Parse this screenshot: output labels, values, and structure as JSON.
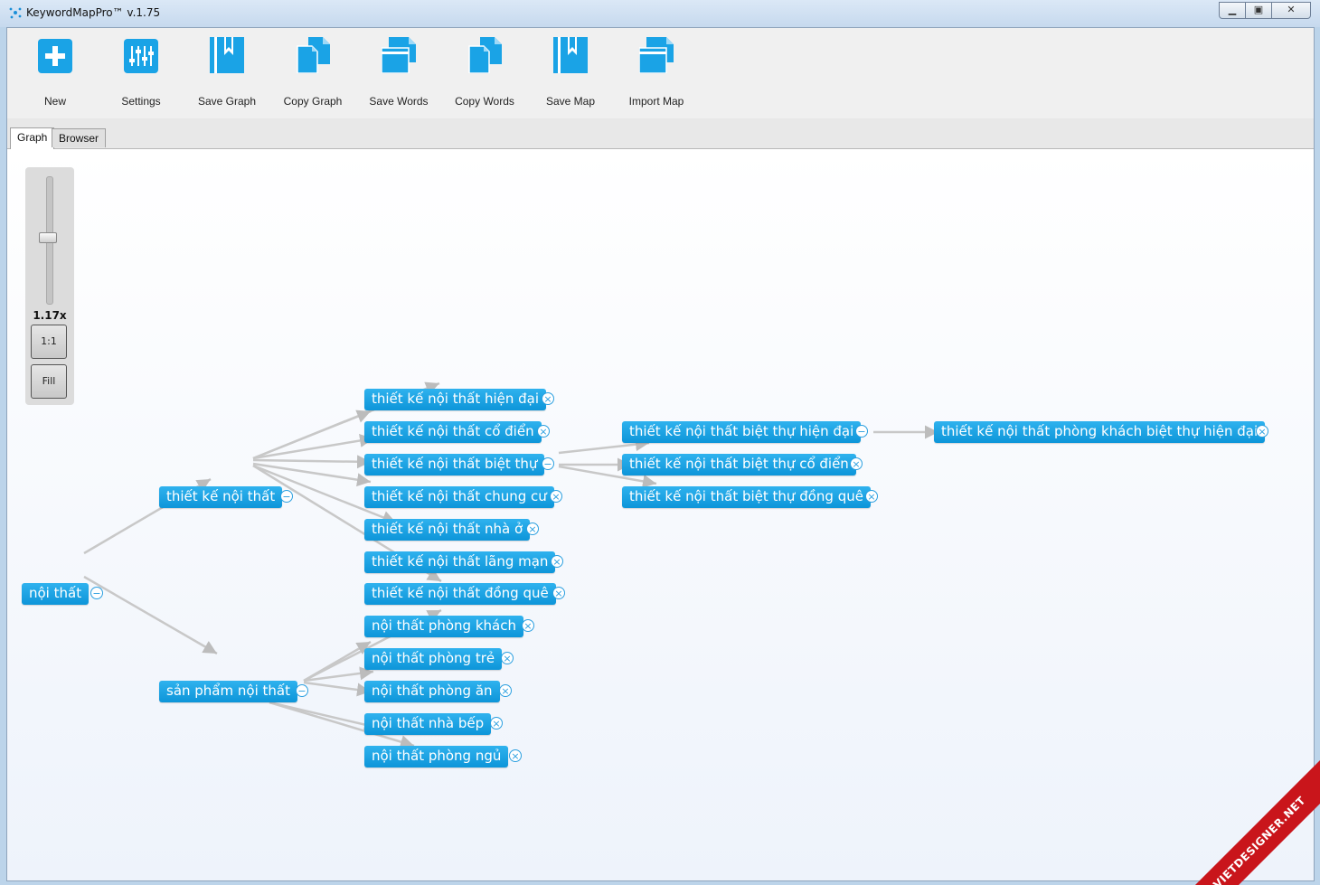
{
  "window": {
    "title": "KeywordMapPro™ v.1.75"
  },
  "toolbar": {
    "buttons": [
      {
        "label": "New",
        "icon": "plus-icon"
      },
      {
        "label": "Settings",
        "icon": "sliders-icon"
      },
      {
        "label": "Save Graph",
        "icon": "bookmark-icon"
      },
      {
        "label": "Copy Graph",
        "icon": "copy-icon"
      },
      {
        "label": "Save Words",
        "icon": "stack-icon"
      },
      {
        "label": "Copy Words",
        "icon": "copy-icon"
      },
      {
        "label": "Save Map",
        "icon": "bookmark-icon"
      },
      {
        "label": "Import Map",
        "icon": "stack-icon"
      }
    ]
  },
  "tabs": [
    {
      "label": "Graph",
      "active": true
    },
    {
      "label": "Browser",
      "active": false
    }
  ],
  "zoom": {
    "level": "1.17x",
    "one_to_one": "1:1",
    "fill": "Fill"
  },
  "graph": {
    "root": "nội thất",
    "level1": [
      "thiết kế nội thất",
      "sản phẩm nội thất"
    ],
    "design_children": [
      "thiết kế nội thất hiện đại",
      "thiết kế nội thất cổ điển",
      "thiết kế nội thất biệt thự",
      "thiết kế nội thất chung cư",
      "thiết kế nội thất nhà ở",
      "thiết kế nội thất lãng mạn",
      "thiết kế nội thất đồng quê"
    ],
    "product_children": [
      "nội thất phòng khách",
      "nội thất phòng trẻ",
      "nội thất phòng ăn",
      "nội thất nhà bếp",
      "nội thất phòng ngủ"
    ],
    "villa_children": [
      "thiết kế nội thất biệt thự hiện đại",
      "thiết kế nội thất biệt thự cổ điển",
      "thiết kế nội thất biệt thự đồng quê"
    ],
    "modern_villa_children": [
      "thiết kế nội thất phòng khách biệt thự hiện đại"
    ]
  },
  "watermark": "VIETDESIGNER.NET",
  "colors": {
    "node": "#1aa3e6",
    "edge": "#c8c8c8",
    "watermark": "#c9151b"
  }
}
